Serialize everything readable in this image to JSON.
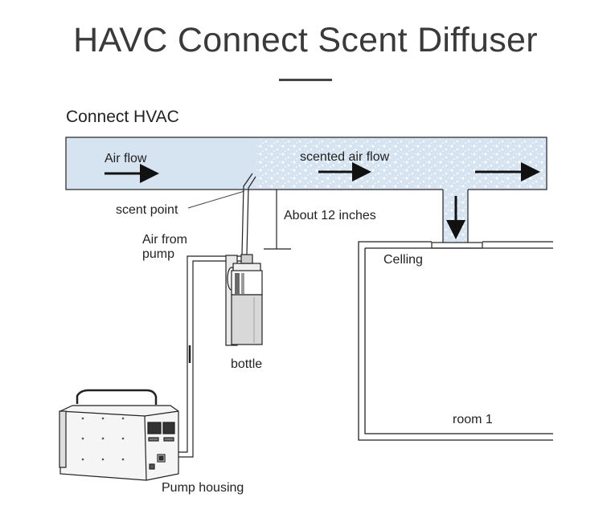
{
  "title": "HAVC Connect Scent Diffuser",
  "section_heading": "Connect HVAC",
  "labels": {
    "air_flow": "Air flow",
    "scented_air_flow": "scented air flow",
    "scent_point": "scent point",
    "distance": "About 12 inches",
    "air_from_pump_line1": "Air from",
    "air_from_pump_line2": "pump",
    "ceiling": "Celling",
    "bottle": "bottle",
    "room": "room 1",
    "pump_housing": "Pump housing"
  },
  "colors": {
    "duct_fill": "#d6e3f0",
    "line": "#222222",
    "title": "#3a3a3a"
  }
}
